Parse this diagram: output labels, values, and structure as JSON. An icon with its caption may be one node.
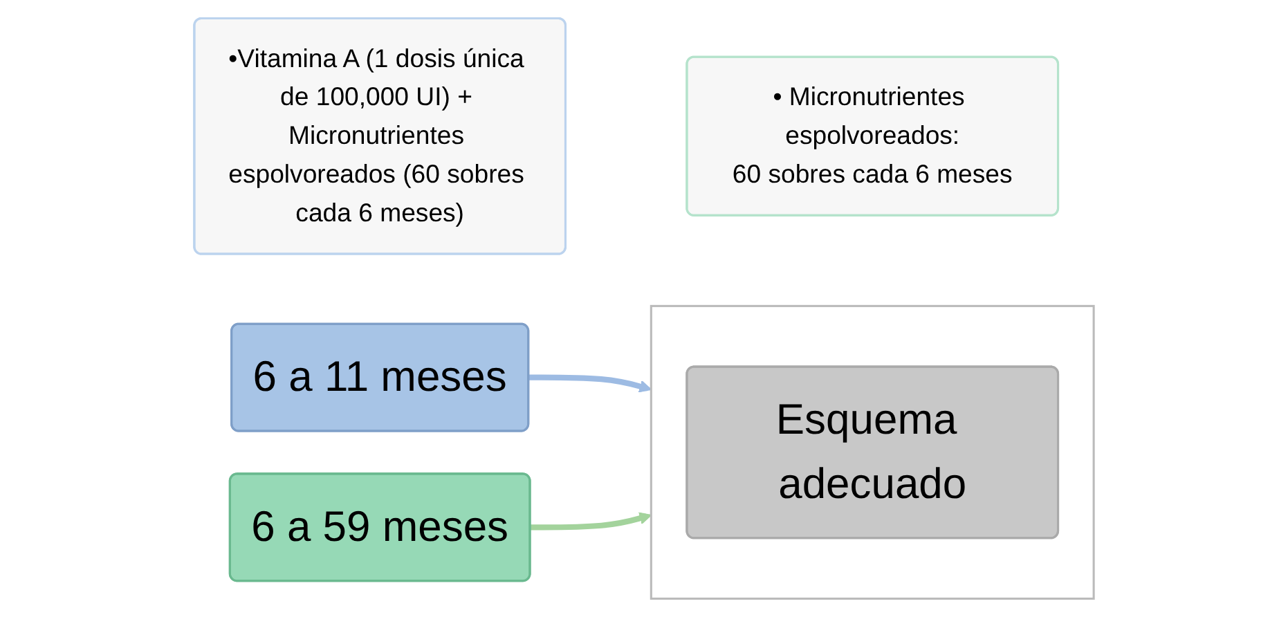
{
  "diagram": {
    "nodes": [
      {
        "text": [
          "•Vitamina A (1 dosis única de 100,000 UI) + Micronutrientes espolvoreados (60 sobres cada 6 meses)"
        ]
      },
      {
        "text": [
          "6 a 11 meses"
        ]
      },
      {
        "text": [
          "• Micronutrientes espolvoreados:",
          "60 sobres cada 6 meses"
        ]
      },
      {
        "text": [
          "6 a 59 meses"
        ]
      },
      {
        "text": [],
        "shape": "box"
      },
      {
        "text": [
          "Esquema adecuado"
        ],
        "in": 4
      }
    ],
    "edges": [
      {
        "from": 1,
        "to": 4,
        "arrow": "to",
        "color": "#9dbbe3"
      },
      {
        "from": 3,
        "to": 4,
        "arrow": "to",
        "color": "#a3d39c"
      }
    ]
  }
}
